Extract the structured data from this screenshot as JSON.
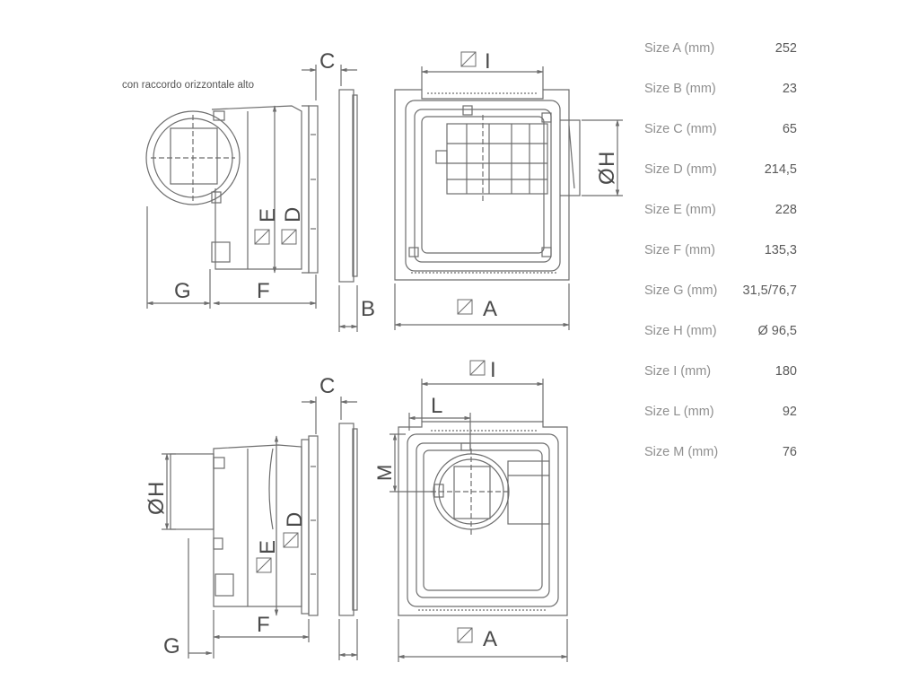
{
  "caption": "con raccordo orizzontale alto",
  "top_view_labels": {
    "C": "C",
    "B": "B",
    "A": "A",
    "I": "I",
    "H": "H",
    "E": "E",
    "D": "D",
    "F": "F",
    "G": "G"
  },
  "bottom_view_labels": {
    "C": "C",
    "I": "I",
    "L": "L",
    "M": "M",
    "H": "H",
    "D": "D",
    "E": "E",
    "F": "F",
    "G": "G",
    "A": "A"
  },
  "diameter_symbol": "Ø",
  "colors": {
    "line": "#6d6d6d",
    "text": "#4a4a4a",
    "label_muted": "#8f8f8f"
  },
  "specs": [
    {
      "label": "Size A (mm)",
      "value": "252"
    },
    {
      "label": "Size B (mm)",
      "value": "23"
    },
    {
      "label": "Size C (mm)",
      "value": "65"
    },
    {
      "label": "Size D (mm)",
      "value": "214,5"
    },
    {
      "label": "Size E (mm)",
      "value": "228"
    },
    {
      "label": "Size F (mm)",
      "value": "135,3"
    },
    {
      "label": "Size G (mm)",
      "value": "31,5/76,7"
    },
    {
      "label": "Size H (mm)",
      "value": "Ø 96,5"
    },
    {
      "label": "Size I (mm)",
      "value": "180"
    },
    {
      "label": "Size L (mm)",
      "value": "92"
    },
    {
      "label": "Size M (mm)",
      "value": "76"
    }
  ]
}
